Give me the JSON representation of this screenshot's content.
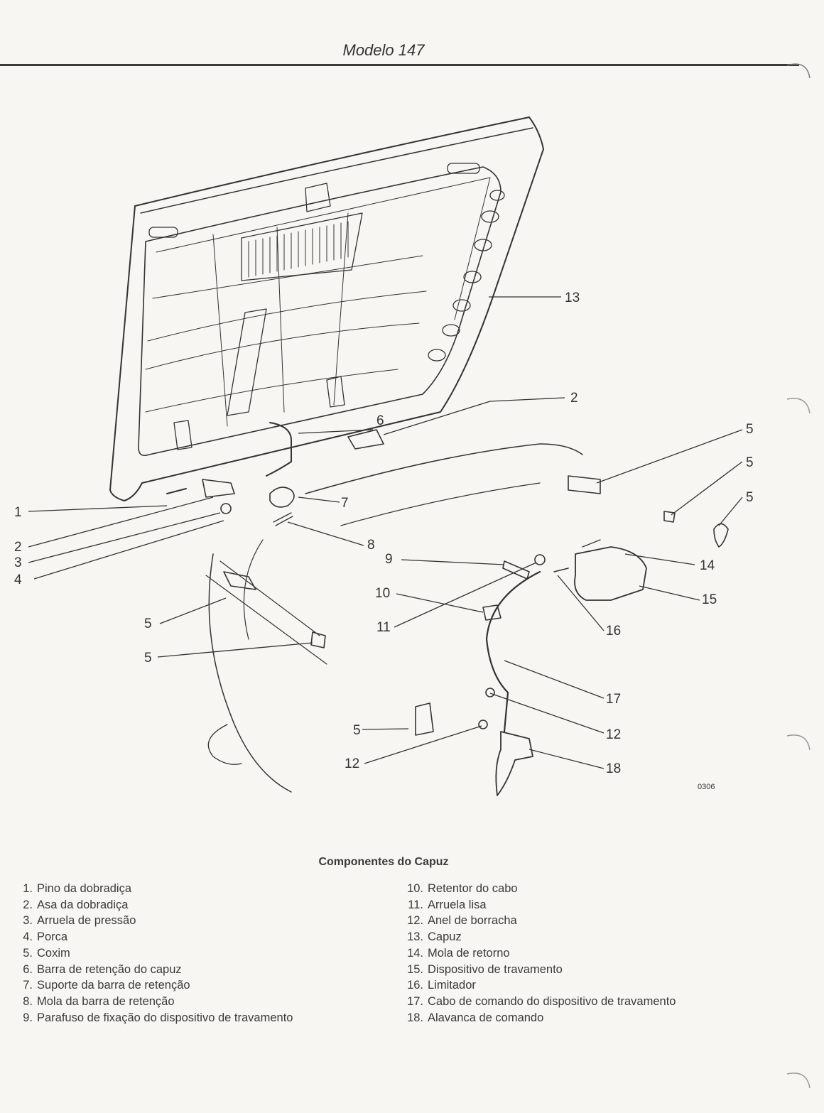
{
  "header": {
    "title": "Modelo 147"
  },
  "figure": {
    "code": "0306",
    "caption": "Componentes do Capuz",
    "callouts": [
      "1",
      "2",
      "3",
      "4",
      "5",
      "5",
      "5",
      "5",
      "5",
      "5",
      "6",
      "7",
      "8",
      "9",
      "10",
      "11",
      "12",
      "12",
      "13",
      "14",
      "15",
      "16",
      "17",
      "18",
      "2"
    ]
  },
  "legend": {
    "left": [
      {
        "num": "1.",
        "label": "Pino da dobradiça"
      },
      {
        "num": "2.",
        "label": "Asa da dobradiça"
      },
      {
        "num": "3.",
        "label": "Arruela de pressão"
      },
      {
        "num": "4.",
        "label": "Porca"
      },
      {
        "num": "5.",
        "label": "Coxim"
      },
      {
        "num": "6.",
        "label": "Barra de retenção do capuz"
      },
      {
        "num": "7.",
        "label": "Suporte da barra de retenção"
      },
      {
        "num": "8.",
        "label": "Mola da barra de retenção"
      },
      {
        "num": "9.",
        "label": "Parafuso de fixação do dispositivo de travamento"
      }
    ],
    "right": [
      {
        "num": "10.",
        "label": "Retentor do cabo"
      },
      {
        "num": "11.",
        "label": "Arruela lisa"
      },
      {
        "num": "12.",
        "label": "Anel de borracha"
      },
      {
        "num": "13.",
        "label": "Capuz"
      },
      {
        "num": "14.",
        "label": "Mola de retorno"
      },
      {
        "num": "15.",
        "label": "Dispositivo de travamento"
      },
      {
        "num": "16.",
        "label": "Limitador"
      },
      {
        "num": "17.",
        "label": "Cabo de comando do dispositivo de travamento"
      },
      {
        "num": "18.",
        "label": "Alavanca de comando"
      }
    ]
  }
}
